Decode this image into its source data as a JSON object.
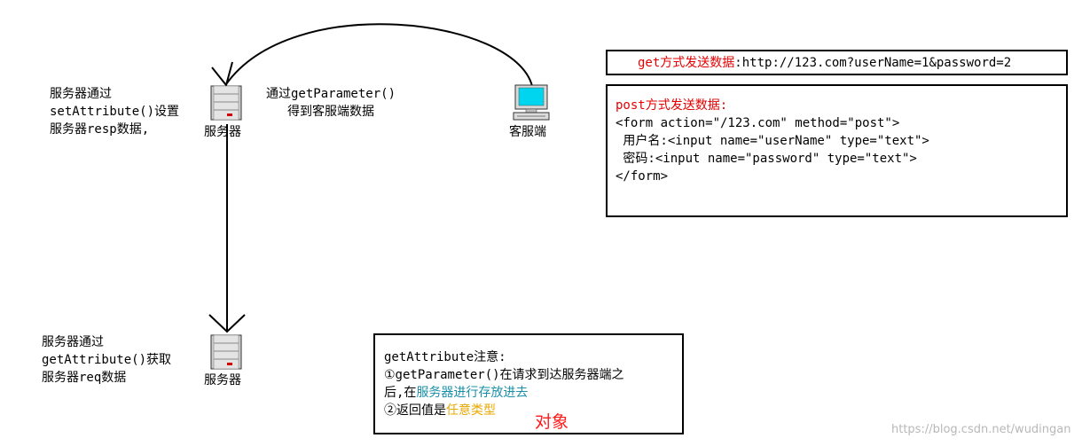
{
  "nodes": {
    "server_top": "服务器",
    "client": "客服端",
    "server_bottom": "服务器"
  },
  "notes": {
    "set_attr": [
      "服务器通过",
      "setAttribute()设置",
      "服务器resp数据,"
    ],
    "get_param": [
      "通过getParameter()",
      "得到客服端数据"
    ],
    "get_attr": [
      "服务器通过",
      "getAttribute()获取",
      "服务器req数据"
    ]
  },
  "get_box": {
    "red_part": "get方式发送数据",
    "rest": ":http://123.com?userName=1&password=2"
  },
  "post_box": {
    "title": "post方式发送数据:",
    "lines": [
      "<form action=\"/123.com\" method=\"post\">",
      " 用户名:<input name=\"userName\" type=\"text\">",
      " 密码:<input name=\"password\" type=\"text\">",
      "</form>"
    ]
  },
  "attr_box": {
    "title": "getAttribute注意:",
    "line1": "①getParameter()在请求到达服务器端之",
    "line2_prefix": "后,在",
    "line2_highlight": "服务器进行存放进去",
    "line3_prefix": "②返回值是",
    "line3_highlight": "任意类型",
    "object_label": "对象"
  },
  "watermark": "https://blog.csdn.net/wudingan",
  "colors": {
    "red": "#e60000",
    "teal": "#1a8fa8",
    "gold": "#e8a800"
  }
}
